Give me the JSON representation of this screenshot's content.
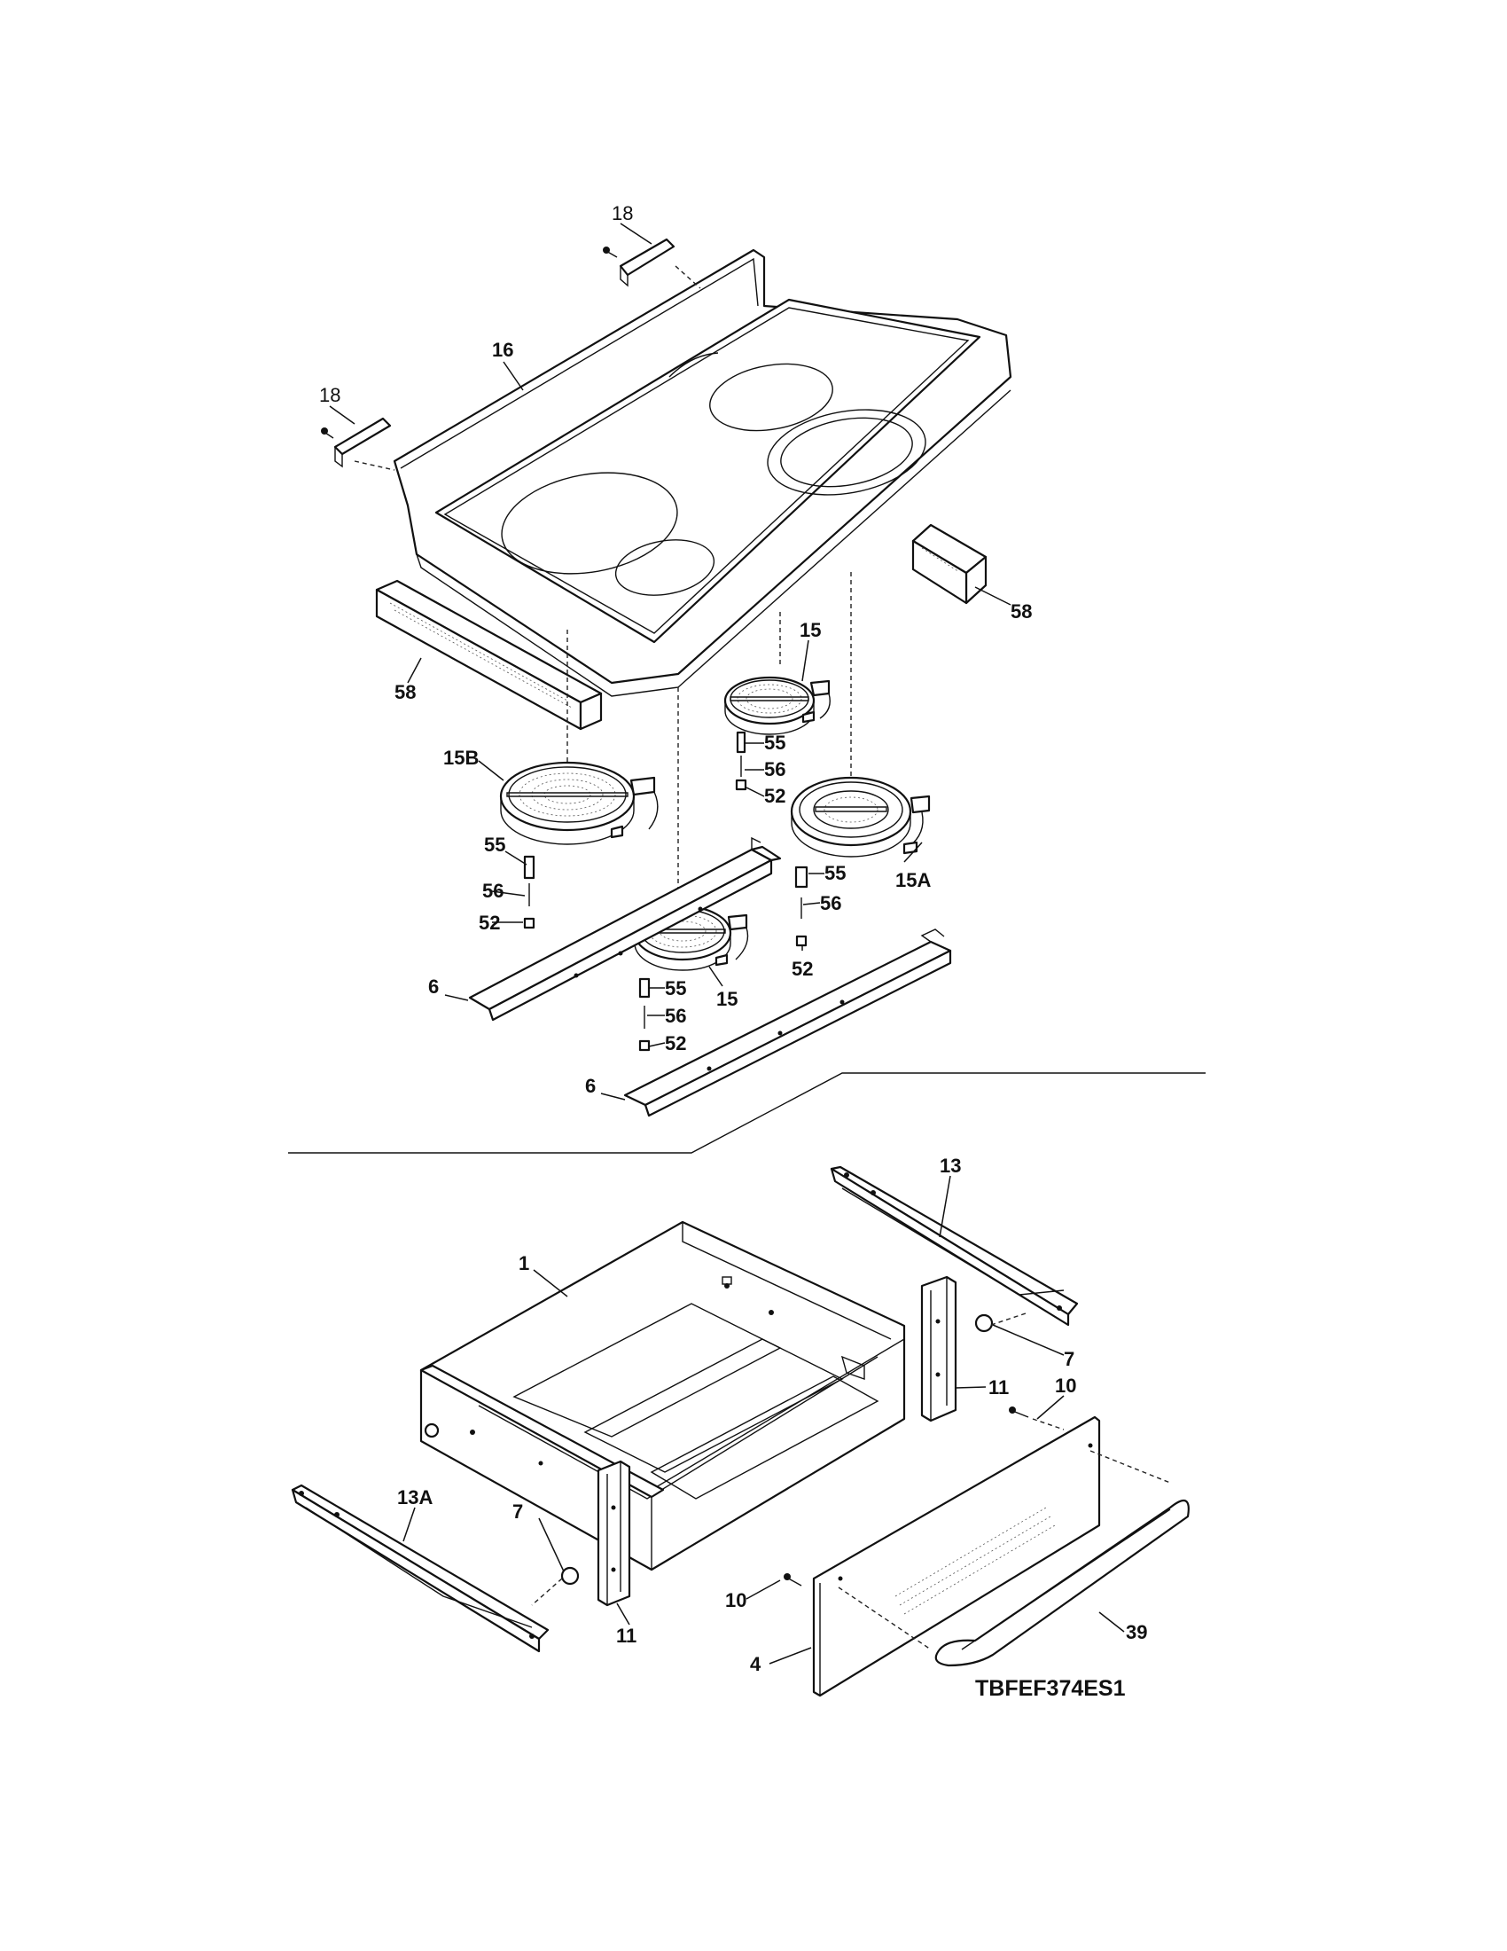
{
  "diagram": {
    "drawing_code": "TBFEF374ES1",
    "part_labels": {
      "p18_right": "18",
      "p18_left": "18",
      "p16": "16",
      "p58_right": "58",
      "p58_left": "58",
      "p15_top": "15",
      "p15B": "15B",
      "p55_a": "55",
      "p56_a": "56",
      "p52_a": "52",
      "p55_b": "55",
      "p56_b": "56",
      "p52_b": "52",
      "p15A": "15A",
      "p55_c": "55",
      "p56_c": "56",
      "p52_c": "52",
      "p15_mid": "15",
      "p55_d": "55",
      "p56_d": "56",
      "p52_d": "52",
      "p6_left": "6",
      "p6_bottom": "6",
      "p13": "13",
      "p1": "1",
      "p7_right": "7",
      "p11_right": "11",
      "p10_right": "10",
      "p13A": "13A",
      "p7_left": "7",
      "p11_left": "11",
      "p10_left": "10",
      "p39": "39",
      "p4": "4"
    }
  }
}
